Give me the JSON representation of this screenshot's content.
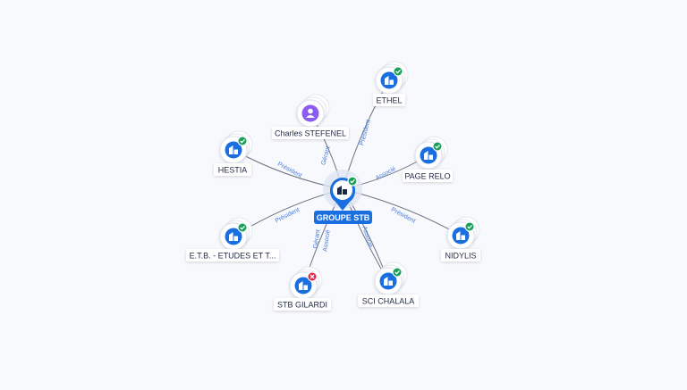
{
  "graph": {
    "center": {
      "label": "GROUPE STB",
      "colors": {
        "primary": "#1a6fe0",
        "badge_ok": "#1a9f5a"
      }
    },
    "nodes": [
      {
        "id": "charles",
        "label": "Charles STEFENEL",
        "kind": "person",
        "status": "none",
        "icon": "person-icon"
      },
      {
        "id": "ethel",
        "label": "ETHEL",
        "kind": "company",
        "status": "active",
        "icon": "company-icon"
      },
      {
        "id": "hestia",
        "label": "HESTIA",
        "kind": "company",
        "status": "active",
        "icon": "company-icon"
      },
      {
        "id": "pagerelo",
        "label": "PAGE RELO",
        "kind": "company",
        "status": "active",
        "icon": "company-icon"
      },
      {
        "id": "etb",
        "label": "E.T.B. - ETUDES ET T...",
        "kind": "company",
        "status": "active",
        "icon": "company-icon"
      },
      {
        "id": "nidylis",
        "label": "NIDYLIS",
        "kind": "company",
        "status": "active",
        "icon": "company-icon"
      },
      {
        "id": "gilardi",
        "label": "STB GILARDI",
        "kind": "company",
        "status": "closed",
        "icon": "company-icon"
      },
      {
        "id": "chalala",
        "label": "SCI CHALALA",
        "kind": "company",
        "status": "active",
        "icon": "company-icon"
      }
    ],
    "edges": [
      {
        "to": "charles",
        "labels": [
          "Gérant"
        ]
      },
      {
        "to": "ethel",
        "labels": [
          "Président"
        ]
      },
      {
        "to": "hestia",
        "labels": [
          "Président"
        ]
      },
      {
        "to": "pagerelo",
        "labels": [
          "Associé"
        ]
      },
      {
        "to": "etb",
        "labels": [
          "Président"
        ]
      },
      {
        "to": "nidylis",
        "labels": [
          "Président"
        ]
      },
      {
        "to": "gilardi",
        "labels": [
          "Gérant",
          "Associé"
        ]
      },
      {
        "to": "chalala",
        "labels": [
          "Associé"
        ]
      }
    ],
    "colors": {
      "edge": "#6b7385",
      "edge_label": "#4a7bd9",
      "company_icon": "#1a6fe0",
      "person_icon": "#8a5cf0",
      "status_active": "#1a9f5a",
      "status_closed": "#e0264a"
    }
  }
}
